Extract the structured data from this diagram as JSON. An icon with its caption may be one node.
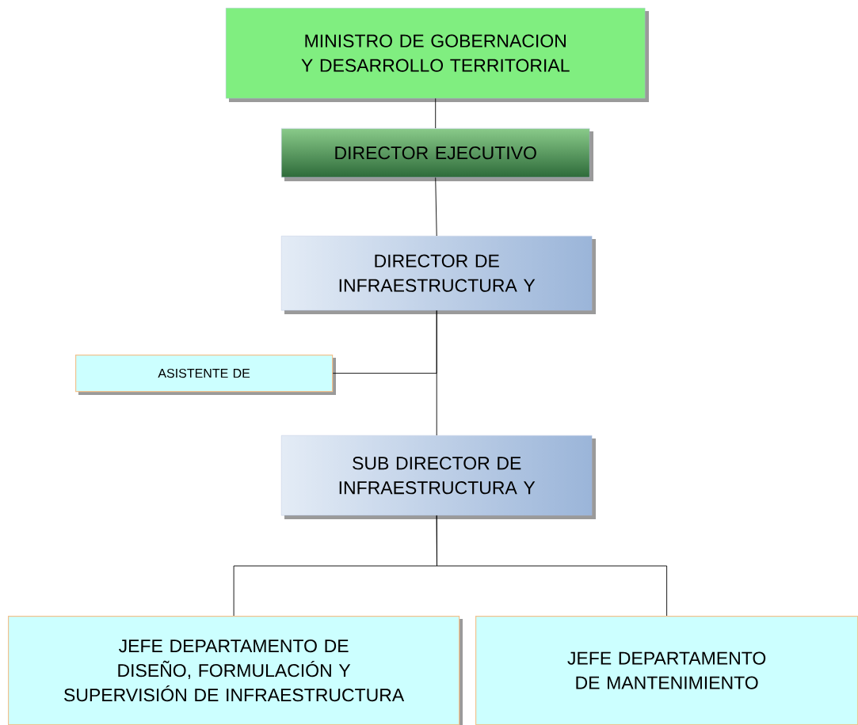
{
  "diagram": {
    "nodes": [
      {
        "text": [
          "MINISTRO DE GOBERNACION Y DESARROLLO TERRITORIAL"
        ]
      },
      {
        "text": [
          "DIRECTOR EJECUTIVO"
        ]
      },
      {
        "text": [
          "DIRECTOR DE INFRAESTRUCTURA Y"
        ]
      },
      {
        "text": [
          "ASISTENTE DE"
        ]
      },
      {
        "text": [
          "SUB DIRECTOR DE INFRAESTRUCTURA Y"
        ]
      },
      {
        "text": [
          "JEFE DEPARTAMENTO DE DISEÑO, FORMULACIÓN Y SUPERVISIÓN DE INFRAESTRUCTURA"
        ]
      },
      {
        "text": [
          "JEFE DEPARTAMENTO DE MANTENIMIENTO"
        ]
      }
    ],
    "edges": [
      {
        "from": 0,
        "to": 1,
        "arrow": "none"
      },
      {
        "from": 1,
        "to": 2,
        "arrow": "none"
      },
      {
        "from": 2,
        "to": 4,
        "arrow": "none"
      },
      {
        "from": 2,
        "to": 3,
        "arrow": "none"
      },
      {
        "from": 4,
        "to": 5,
        "arrow": "none"
      },
      {
        "from": 4,
        "to": 6,
        "arrow": "none"
      }
    ]
  }
}
